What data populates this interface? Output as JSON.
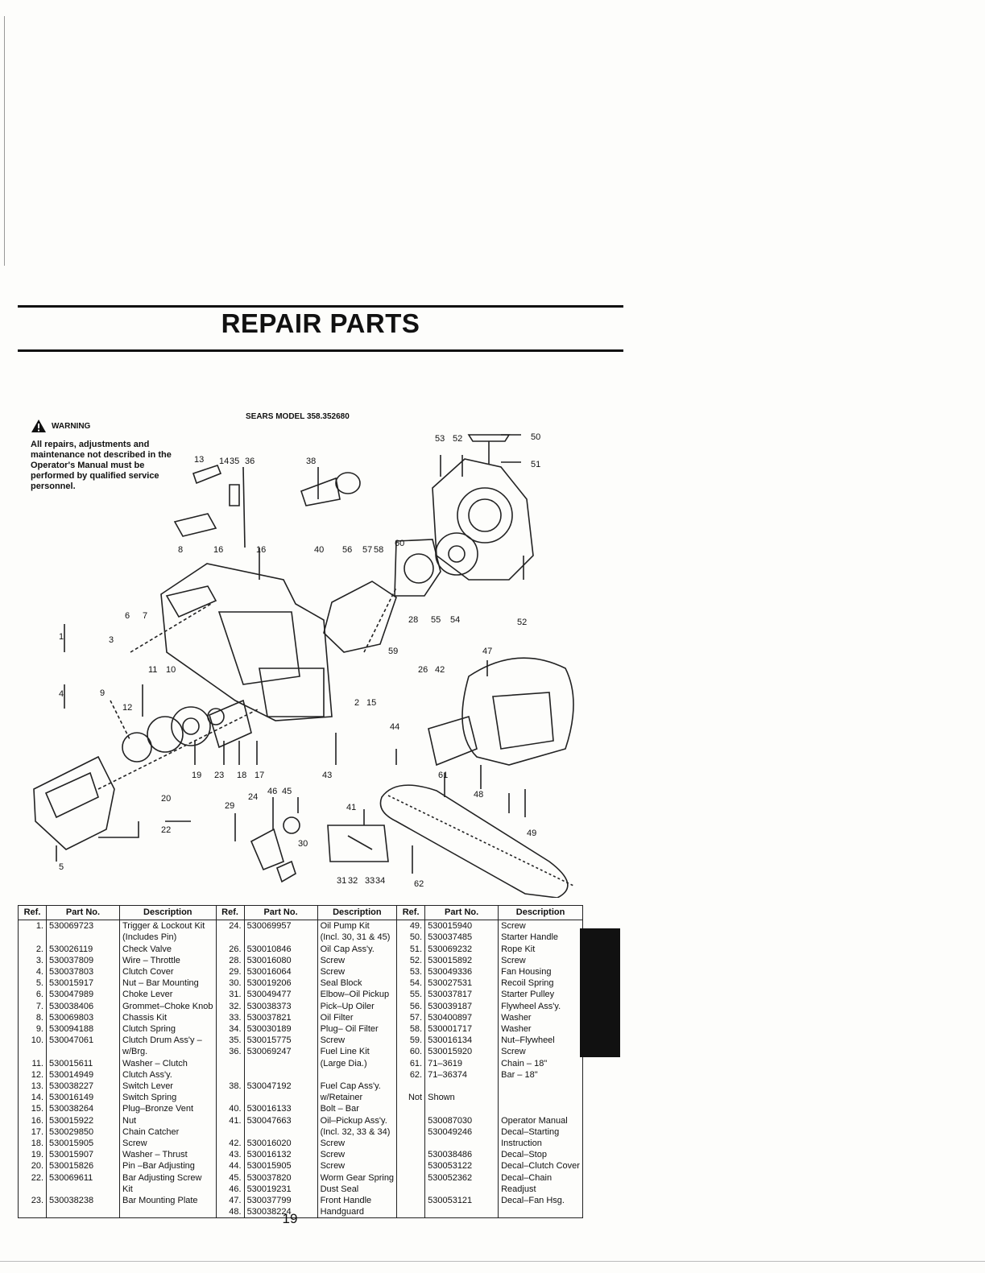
{
  "page": {
    "title": "REPAIR PARTS",
    "page_number": "19",
    "model": "SEARS MODEL 358.352680"
  },
  "warning": {
    "heading": "WARNING",
    "text": "All repairs, adjustments and maintenance not described in the Operator's Manual must be performed by qualified service personnel."
  },
  "diagram": {
    "callouts": [
      "13",
      "14",
      "35",
      "36",
      "38",
      "53",
      "52",
      "50",
      "51",
      "8",
      "16",
      "16",
      "40",
      "56",
      "57",
      "58",
      "60",
      "6",
      "7",
      "59",
      "28",
      "55",
      "54",
      "52",
      "1",
      "3",
      "11",
      "10",
      "47",
      "26",
      "42",
      "12",
      "4",
      "9",
      "2",
      "15",
      "44",
      "19",
      "23",
      "18",
      "17",
      "43",
      "61",
      "48",
      "20",
      "24",
      "46",
      "45",
      "29",
      "22",
      "41",
      "49",
      "30",
      "5",
      "31",
      "32",
      "33",
      "34",
      "62"
    ]
  },
  "table": {
    "headers": [
      "Ref.",
      "Part No.",
      "Description",
      "Ref.",
      "Part No.",
      "Description",
      "Ref.",
      "Part No.",
      "Description"
    ],
    "col1": [
      [
        "1.",
        "530069723",
        "Trigger & Lockout Kit"
      ],
      [
        "",
        "",
        "(Includes Pin)"
      ],
      [
        "2.",
        "530026119",
        "Check Valve"
      ],
      [
        "3.",
        "530037809",
        "Wire – Throttle"
      ],
      [
        "4.",
        "530037803",
        "Clutch Cover"
      ],
      [
        "5.",
        "530015917",
        "Nut – Bar Mounting"
      ],
      [
        "6.",
        "530047989",
        "Choke Lever"
      ],
      [
        "7.",
        "530038406",
        "Grommet–Choke Knob"
      ],
      [
        "8.",
        "530069803",
        "Chassis Kit"
      ],
      [
        "9.",
        "530094188",
        "Clutch Spring"
      ],
      [
        "10.",
        "530047061",
        "Clutch Drum Ass'y –"
      ],
      [
        "",
        "",
        "w/Brg."
      ],
      [
        "11.",
        "530015611",
        "Washer – Clutch"
      ],
      [
        "12.",
        "530014949",
        "Clutch Ass'y."
      ],
      [
        "13.",
        "530038227",
        "Switch Lever"
      ],
      [
        "14.",
        "530016149",
        "Switch Spring"
      ],
      [
        "15.",
        "530038264",
        "Plug–Bronze Vent"
      ],
      [
        "16.",
        "530015922",
        "Nut"
      ],
      [
        "17.",
        "530029850",
        "Chain Catcher"
      ],
      [
        "18.",
        "530015905",
        "Screw"
      ],
      [
        "19.",
        "530015907",
        "Washer – Thrust"
      ],
      [
        "20.",
        "530015826",
        "Pin –Bar Adjusting"
      ],
      [
        "22.",
        "530069611",
        "Bar Adjusting Screw"
      ],
      [
        "",
        "",
        "Kit"
      ],
      [
        "23.",
        "530038238",
        "Bar Mounting Plate"
      ]
    ],
    "col2": [
      [
        "24.",
        "530069957",
        "Oil Pump Kit"
      ],
      [
        "",
        "",
        "(Incl. 30, 31 & 45)"
      ],
      [
        "26.",
        "530010846",
        "Oil Cap Ass'y."
      ],
      [
        "28.",
        "530016080",
        "Screw"
      ],
      [
        "29.",
        "530016064",
        "Screw"
      ],
      [
        "30.",
        "530019206",
        "Seal Block"
      ],
      [
        "31.",
        "530049477",
        "Elbow–Oil Pickup"
      ],
      [
        "32.",
        "530038373",
        "Pick–Up Oiler"
      ],
      [
        "33.",
        "530037821",
        "Oil Filter"
      ],
      [
        "34.",
        "530030189",
        "Plug– Oil Filter"
      ],
      [
        "35.",
        "530015775",
        "Screw"
      ],
      [
        "36.",
        "530069247",
        "Fuel Line Kit"
      ],
      [
        "",
        "",
        "(Large Dia.)"
      ],
      [
        "",
        "",
        ""
      ],
      [
        "38.",
        "530047192",
        "Fuel Cap Ass'y."
      ],
      [
        "",
        "",
        "w/Retainer"
      ],
      [
        "40.",
        "530016133",
        "Bolt – Bar"
      ],
      [
        "41.",
        "530047663",
        "Oil–Pickup Ass'y."
      ],
      [
        "",
        "",
        "(Incl. 32, 33 & 34)"
      ],
      [
        "42.",
        "530016020",
        "Screw"
      ],
      [
        "43.",
        "530016132",
        "Screw"
      ],
      [
        "44.",
        "530015905",
        "Screw"
      ],
      [
        "45.",
        "530037820",
        "Worm Gear Spring"
      ],
      [
        "46.",
        "530019231",
        "Dust Seal"
      ],
      [
        "47.",
        "530037799",
        "Front Handle"
      ],
      [
        "48.",
        "530038224",
        "Handguard"
      ]
    ],
    "col3": [
      [
        "49.",
        "530015940",
        "Screw"
      ],
      [
        "50.",
        "530037485",
        "Starter Handle"
      ],
      [
        "51.",
        "530069232",
        "Rope Kit"
      ],
      [
        "52.",
        "530015892",
        "Screw"
      ],
      [
        "53.",
        "530049336",
        "Fan Housing"
      ],
      [
        "54.",
        "530027531",
        "Recoil Spring"
      ],
      [
        "55.",
        "530037817",
        "Starter Pulley"
      ],
      [
        "56.",
        "530039187",
        "Flywheel Ass'y."
      ],
      [
        "57.",
        "530400897",
        "Washer"
      ],
      [
        "58.",
        "530001717",
        "Washer"
      ],
      [
        "59.",
        "530016134",
        "Nut–Flywheel"
      ],
      [
        "60.",
        "530015920",
        "Screw"
      ],
      [
        "61.",
        "71–3619",
        "Chain – 18\""
      ],
      [
        "62.",
        "71–36374",
        "Bar – 18\""
      ],
      [
        "",
        "",
        ""
      ],
      [
        "Not",
        "Shown",
        ""
      ],
      [
        "",
        "",
        ""
      ],
      [
        "",
        "530087030",
        "Operator Manual"
      ],
      [
        "",
        "530049246",
        "Decal–Starting"
      ],
      [
        "",
        "",
        "Instruction"
      ],
      [
        "",
        "530038486",
        "Decal–Stop"
      ],
      [
        "",
        "530053122",
        "Decal–Clutch Cover"
      ],
      [
        "",
        "530052362",
        "Decal–Chain"
      ],
      [
        "",
        "",
        "Readjust"
      ],
      [
        "",
        "530053121",
        "Decal–Fan Hsg."
      ]
    ]
  }
}
